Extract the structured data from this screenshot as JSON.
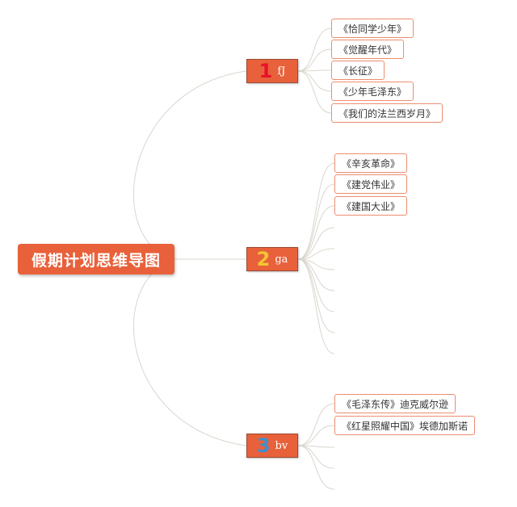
{
  "root": {
    "label": "假期计划思维导图"
  },
  "colors": {
    "node_fill": "#e8613a",
    "leaf_border": "#ec8d70",
    "connector": "#d9d6cc",
    "num_1": "#e8122a",
    "num_2": "#f5c533",
    "num_3": "#3d8fd0"
  },
  "branches": [
    {
      "number": "1",
      "label": "fJ",
      "leaves": [
        "《恰同学少年》",
        "《觉醒年代》",
        "《长征》",
        "《少年毛泽东》",
        "《我们的法兰西岁月》"
      ],
      "empty_slots": 0
    },
    {
      "number": "2",
      "label": "ga",
      "leaves": [
        "《辛亥革命》",
        "《建党伟业》",
        "《建国大业》"
      ],
      "empty_slots": 7
    },
    {
      "number": "3",
      "label": "bv",
      "leaves": [
        "《毛泽东传》迪克威尔逊",
        "《红星照耀中国》埃德加斯诺"
      ],
      "empty_slots": 3
    }
  ]
}
